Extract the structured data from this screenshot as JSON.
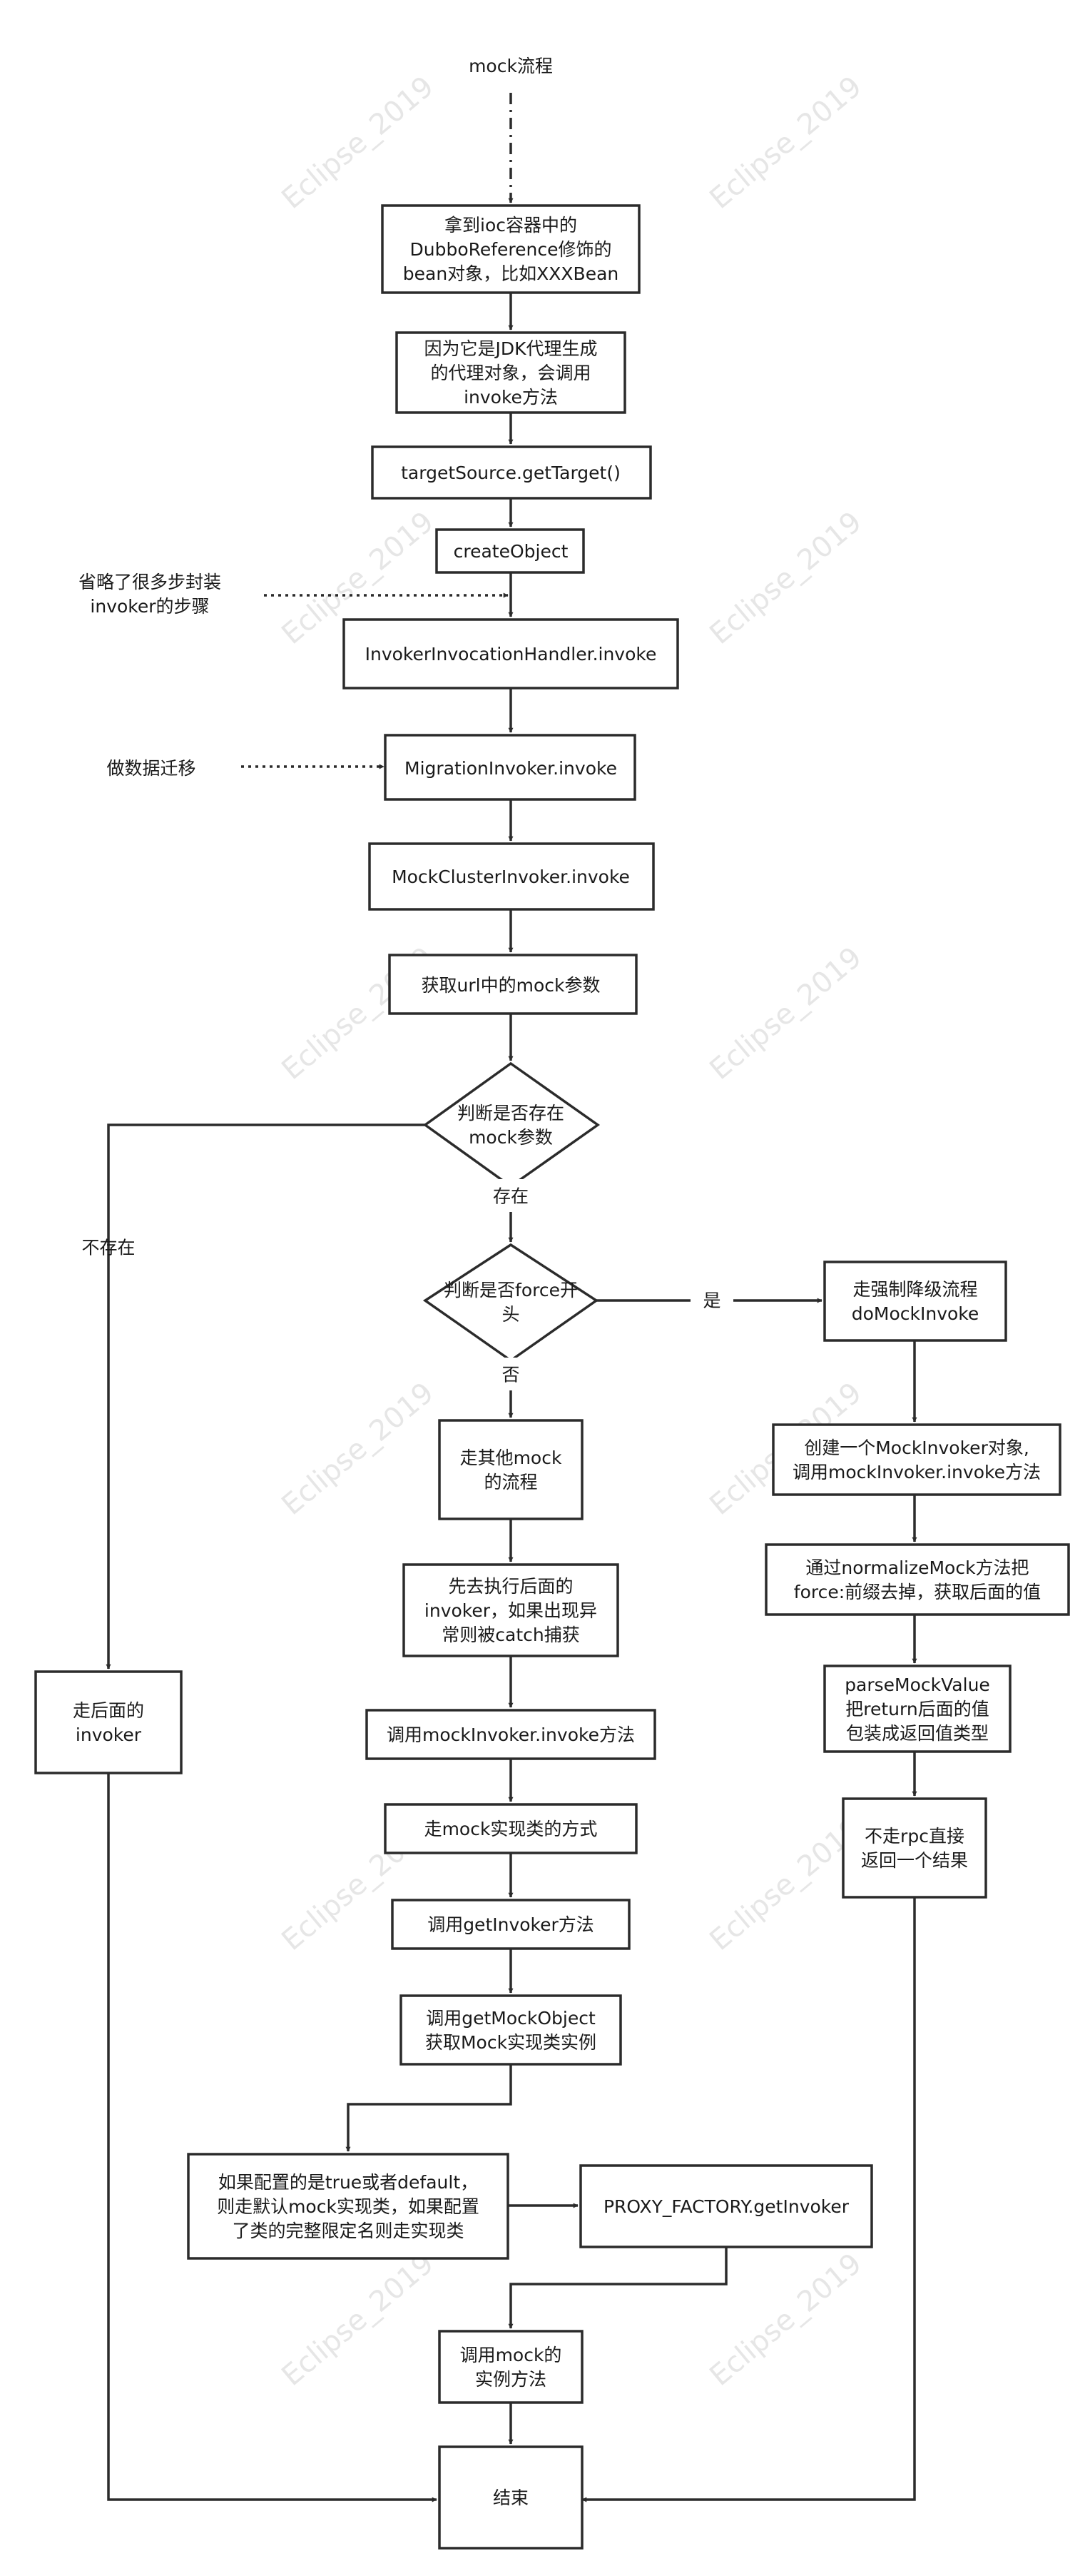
{
  "diagram": {
    "watermark": "Eclipse_2019",
    "colors": {
      "stroke": "#2b2b2b",
      "text": "#1a1a1a",
      "watermark": "#e6e6e6",
      "background": "#ffffff"
    },
    "nodes": {
      "title": {
        "lines": [
          "mock流程"
        ]
      },
      "get-bean": {
        "lines": [
          "拿到ioc容器中的",
          "DubboReference修饰的",
          "bean对象，比如XXXBean"
        ]
      },
      "jdk-proxy": {
        "lines": [
          "因为它是JDK代理生成",
          "的代理对象，会调用",
          "invoke方法"
        ]
      },
      "get-target": {
        "lines": [
          "targetSource.getTarget()"
        ]
      },
      "create-object": {
        "lines": [
          "createObject"
        ]
      },
      "note-omit": {
        "lines": [
          "省略了很多步封装",
          "invoker的步骤"
        ]
      },
      "handler-invoke": {
        "lines": [
          "InvokerInvocationHandler.invoke"
        ]
      },
      "note-migrate": {
        "lines": [
          "做数据迁移"
        ]
      },
      "migration-invoke": {
        "lines": [
          "MigrationInvoker.invoke"
        ]
      },
      "mock-cluster-invoke": {
        "lines": [
          "MockClusterInvoker.invoke"
        ]
      },
      "get-mock-param": {
        "lines": [
          "获取url中的mock参数"
        ]
      },
      "has-mock": {
        "lines": [
          "判断是否存在",
          "mock参数"
        ]
      },
      "is-force": {
        "lines": [
          "判断是否force开",
          "头"
        ]
      },
      "force-flow": {
        "lines": [
          "走强制降级流程",
          "doMockInvoke"
        ]
      },
      "create-mock-invoker": {
        "lines": [
          "创建一个MockInvoker对象,",
          "调用mockInvoker.invoke方法"
        ]
      },
      "normalize-mock": {
        "lines": [
          "通过normalizeMock方法把",
          "force:前缀去掉，获取后面的值"
        ]
      },
      "parse-mock-value": {
        "lines": [
          "parseMockValue",
          "把return后面的值",
          "包装成返回值类型"
        ]
      },
      "no-rpc": {
        "lines": [
          "不走rpc直接",
          "返回一个结果"
        ]
      },
      "other-mock-flow": {
        "lines": [
          "走其他mock",
          "的流程"
        ]
      },
      "exec-invoker-first": {
        "lines": [
          "先去执行后面的",
          "invoker，如果出现异",
          "常则被catch捕获"
        ]
      },
      "call-mock-invoker": {
        "lines": [
          "调用mockInvoker.invoke方法"
        ]
      },
      "mock-impl-way": {
        "lines": [
          "走mock实现类的方式"
        ]
      },
      "call-get-invoker": {
        "lines": [
          "调用getInvoker方法"
        ]
      },
      "call-get-mock-object": {
        "lines": [
          "调用getMockObject",
          "获取Mock实现类实例"
        ]
      },
      "default-mock-impl": {
        "lines": [
          "如果配置的是true或者default，",
          "则走默认mock实现类，如果配置",
          "了类的完整限定名则走实现类"
        ]
      },
      "proxy-factory": {
        "lines": [
          "PROXY_FACTORY.getInvoker"
        ]
      },
      "call-mock-method": {
        "lines": [
          "调用mock的",
          "实例方法"
        ]
      },
      "next-invoker": {
        "lines": [
          "走后面的",
          "invoker"
        ]
      },
      "end": {
        "lines": [
          "结束"
        ]
      }
    },
    "edge_labels": {
      "not-exist": "不存在",
      "exist": "存在",
      "yes": "是",
      "no": "否"
    }
  }
}
